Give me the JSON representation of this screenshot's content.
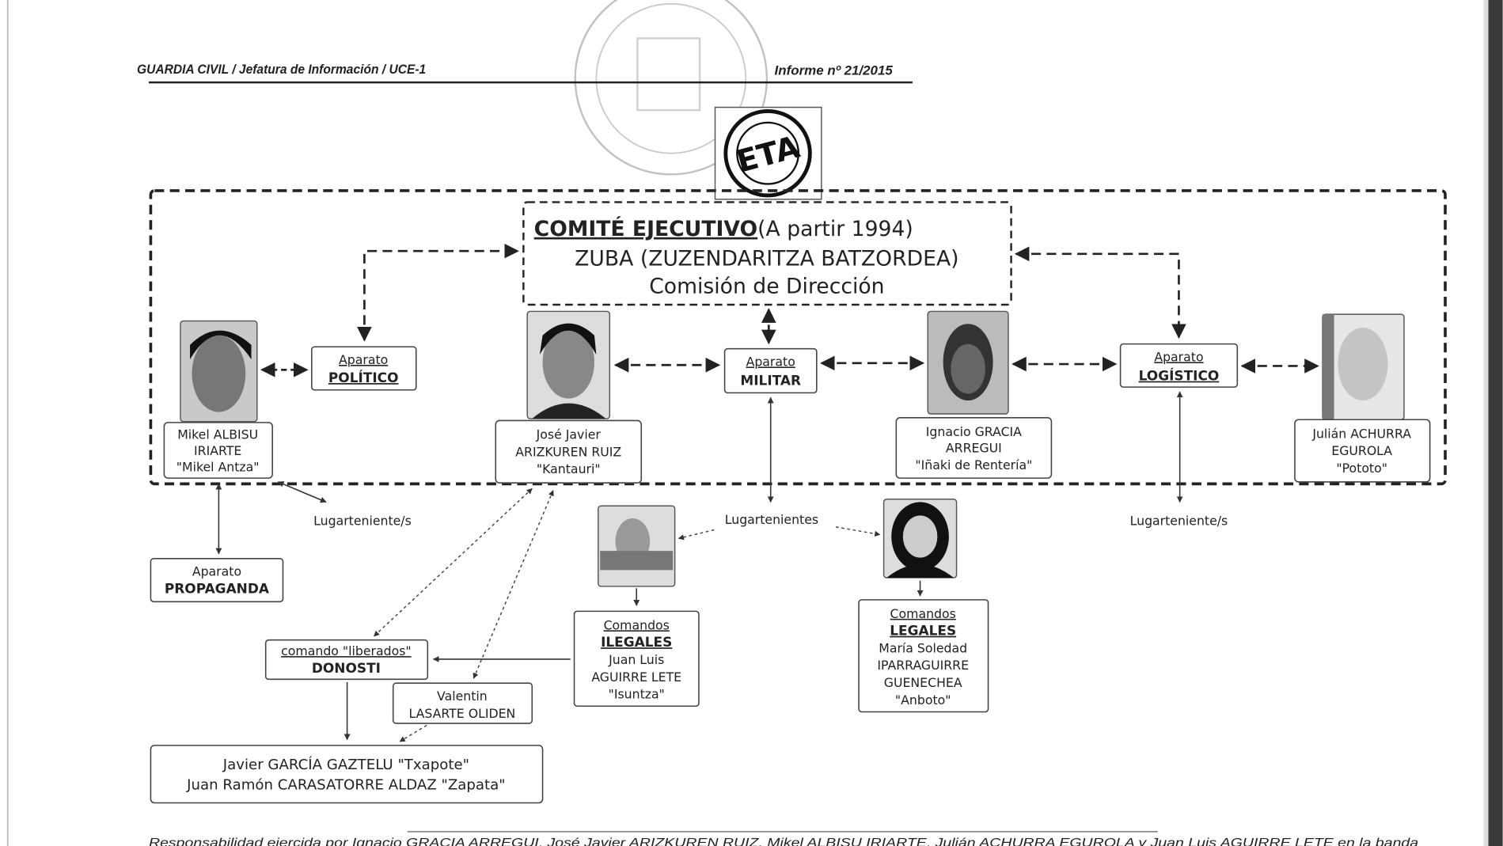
{
  "header": {
    "left": "GUARDIA CIVIL / Jefatura de Información / UCE-1",
    "right": "Informe nº 21/2015"
  },
  "logo": {
    "text": "ETA"
  },
  "comite": {
    "title": "COMITÉ EJECUTIVO",
    "since": "(A partir 1994)",
    "line2": "ZUBA (ZUZENDARITZA BATZORDEA)",
    "line3": "Comisión de Dirección"
  },
  "aparatos": {
    "politico": {
      "top": "Aparato",
      "name": "POLÍTICO"
    },
    "militar": {
      "top": "Aparato",
      "name": "MILITAR"
    },
    "logistico": {
      "top": "Aparato",
      "name": "LOGÍSTICO"
    },
    "propaganda": {
      "top": "Aparato",
      "name": "PROPAGANDA"
    }
  },
  "people": {
    "mikel": [
      "Mikel ALBISU",
      "IRIARTE",
      "\"Mikel Antza\""
    ],
    "jose": [
      "José Javier",
      "ARIZKUREN RUIZ",
      "\"Kantauri\""
    ],
    "ignacio": [
      "Ignacio GRACIA",
      "ARREGUI",
      "\"Iñaki de Rentería\""
    ],
    "julian": [
      "Julián ACHURRA",
      "EGUROLA",
      "\"Pototo\""
    ]
  },
  "lugartenientes": {
    "left": "Lugarteniente/s",
    "center": "Lugartenientes",
    "right": "Lugarteniente/s"
  },
  "comandos": {
    "donosti": {
      "top": "comando \"liberados\"",
      "name": "DONOSTI"
    },
    "valentin": [
      "Valentin",
      "LASARTE OLIDEN"
    ],
    "ilegales": {
      "top": "Comandos",
      "name": "ILEGALES",
      "lines": [
        "Juan Luis",
        "AGUIRRE LETE",
        "\"Isuntza\""
      ]
    },
    "legales": {
      "top": "Comandos",
      "name": "LEGALES",
      "lines": [
        "María Soledad",
        "IPARRAGUIRRE",
        "GUENECHEA",
        "\"Anboto\""
      ]
    },
    "final": [
      "Javier GARCÍA GAZTELU \"Txapote\"",
      "Juan Ramón CARASATORRE ALDAZ \"Zapata\""
    ]
  },
  "footer": "Responsabilidad ejercida por Ignacio GRACIA ARREGUI, José Javier ARIZKUREN RUIZ, Mikel ALBISU IRIARTE, Julián ACHURRA EGUROLA y Juan Luis AGUIRRE LETE en la banda"
}
